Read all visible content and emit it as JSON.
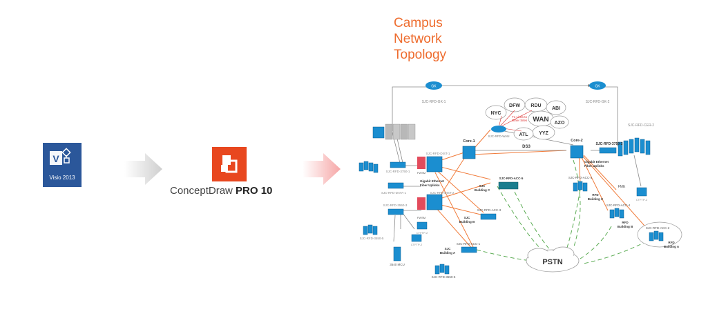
{
  "source_app": {
    "name_line1": "Visio 2013"
  },
  "target_app": {
    "name_regular": "ConceptDraw",
    "name_bold": "PRO 10"
  },
  "diagram": {
    "title_lines": [
      "Campus",
      "Network",
      "Topology"
    ],
    "labels": {
      "gk1": "SJC-RFD-GK-1",
      "gk2": "SJC-RFD-GK-2",
      "gk_badge": "GK",
      "cer2": "SJC-RFD-CER-2",
      "wan": "WAN",
      "wan_router": "SJC-RFD-WAN",
      "t1_links": "T1 Links to",
      "t1_links2": "Other Sites",
      "nyc": "NYC",
      "dfw": "DFW",
      "rdu": "RDU",
      "abi": "ABI",
      "azo": "AZO",
      "atl": "ATL",
      "yyz": "YYZ",
      "core1": "Core-1",
      "core2": "Core-2",
      "ds3": "DS3",
      "dist1": "SJC-RFD-DIST-1",
      "dist2": "SJC-RFD-DIST-2",
      "fwsm1": "FWSM",
      "fwsm2": "FWSM",
      "rfd3750_2": "SJC-RFD-3750-2",
      "gig_left_1": "Gigabit Ethernet",
      "gig_left_2": "Fiber Uplinks",
      "gig_right_1": "Gigabit Ethernet",
      "gig_right_2": "Fiber Uplinks",
      "rfd3750_1": "SJC-RFD-3750-1",
      "rfd_data1": "SJC-RFD-DATA-1",
      "rfd3550_3": "SJC-RFD-3550-3",
      "rfd3550_5": "SJC-RFD-3550-5",
      "ctftp2_left": "CTFTP-2",
      "ctftp2_mid": "CTFTP-2",
      "ctftp2_right": "CTFTP-2",
      "mcu": "3540 MCU",
      "acc5": "SJC-RFD-ACC-5",
      "acc3": "SJC-RFD-ACC-3",
      "acc1": "SJC-RFD-ACC-1",
      "sjc_bc_1": "SJC",
      "sjc_bc_2": "Building C",
      "sjc_bb_1": "SJC",
      "sjc_bb_2": "Building B",
      "sjc_ba_1": "SJC",
      "sjc_ba_2": "Building A",
      "rfd3550_bottom": "SJC-RFD-3550-5",
      "rfd_acc4_c": "SJC-RFD-ACC-4",
      "rfd_acc4_b": "SJC-RFD-ACC-4",
      "rfd_acc2": "SJC-RFD-ACC-2",
      "rfd_bc_1": "RFD",
      "rfd_bc_2": "Building C",
      "rfd_bb_1": "RFD",
      "rfd_bb_2": "Building B",
      "rfd_ba_1": "RFD",
      "rfd_ba_2": "Building A",
      "fme": "FME",
      "pstn": "PSTN"
    }
  },
  "colors": {
    "visio_blue": "#2b579a",
    "cd_orange": "#e8471f",
    "title_orange": "#ee6c2e",
    "arrow_gray": "#d4d4d4",
    "arrow_pink": "#f7b1b1",
    "device_blue": "#1b8ed0",
    "link_orange": "#f07b3a",
    "pstn_green": "#5aab52"
  }
}
